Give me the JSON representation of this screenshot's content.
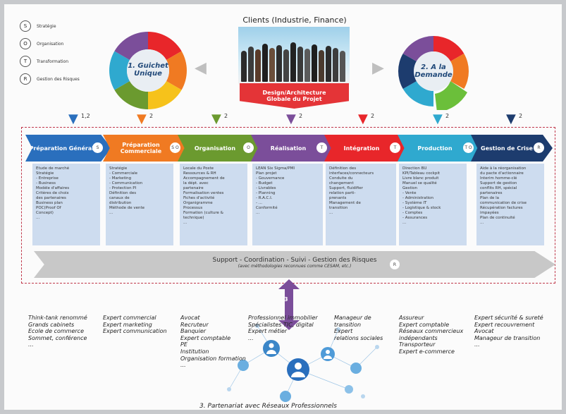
{
  "legend": [
    {
      "letter": "S",
      "label": "Stratégie"
    },
    {
      "letter": "O",
      "label": "Organisation"
    },
    {
      "letter": "T",
      "label": "Transformation"
    },
    {
      "letter": "R",
      "label": "Gestion des Risques"
    }
  ],
  "wheel_left": {
    "label": "1. Guichet Unique"
  },
  "wheel_right": {
    "label": "2. A la Demande"
  },
  "clients": {
    "title": "Clients (Industrie, Finance)"
  },
  "design": {
    "line1": "Design/Architecture",
    "line2": "Globale du Projet"
  },
  "arrow_numbers": [
    "1,2",
    "2",
    "2",
    "2",
    "2",
    "2",
    "2"
  ],
  "colors": {
    "phase1": "#2a6fbd",
    "phase2": "#f07a22",
    "phase3": "#6b9a2f",
    "phase4": "#7b4e9a",
    "phase5": "#e8262a",
    "phase6": "#2fa9cf",
    "phase7": "#1d3c6e",
    "design": "#e43437",
    "support": "#c8c8c8",
    "details": "#cddcef"
  },
  "phases": [
    {
      "title": "Préparation Générale",
      "badge": "S",
      "details": [
        "Etude de marché",
        "Stratégie",
        "- Entreprise",
        "- Business",
        "Modèle d'affaires",
        "Critères de choix",
        "des partenaires",
        "Business plan",
        "POC(Proof Of",
        "Concept)",
        "..."
      ]
    },
    {
      "title": "Préparation Commerciale",
      "badge": "S O",
      "details": [
        "Stratégie",
        "- Commerciale",
        "- Marketing",
        "- Communication",
        "- Protection PI",
        "Définition des",
        "canaux de",
        "distribution",
        "Méthode de vente",
        "..."
      ]
    },
    {
      "title": "Organisation",
      "badge": "O",
      "details": [
        "Locale du Poste",
        "Ressources & RH",
        "Accompagnement de",
        "la dépt. avec",
        "partenaire",
        "Formalisation ventes",
        "Fiches d'activité",
        "Organigramme",
        "Processus",
        "Formation (culture &",
        "technique)",
        "..."
      ]
    },
    {
      "title": "Réalisation",
      "badge": "T",
      "details": [
        "LEAN Six Sigma/PMI",
        "Plan projet",
        "- Gouvernance",
        "- Budget",
        "- Livrables",
        "- Planning",
        "- R.A.C.I.",
        "- ...",
        "Conformité",
        "..."
      ]
    },
    {
      "title": "Intégration",
      "badge": "T",
      "details": [
        "Définition des",
        "interfaces/connecteurs",
        "Conduite du",
        "changement",
        "Support, fluidifier",
        "relation parti-",
        "prenants",
        "Management de",
        "transition",
        "..."
      ]
    },
    {
      "title": "Production",
      "badge": "T O",
      "details": [
        "Direction BU",
        "KPI/Tableau cockpit",
        "Livre blanc produit",
        "Manuel se qualité",
        "Gestion",
        "- Vente",
        "- Administration",
        "- Système IT",
        "- Logistique & stock",
        "- Comptes",
        "- Assurances",
        "..."
      ]
    },
    {
      "title": "Gestion de Crise",
      "badge": "R",
      "details": [
        "Aide à la réorganisation",
        "du pacte d'actionnaire",
        "Interim homme-clé",
        "Support de gestion",
        "conflits RH, spécial",
        "partenaires",
        "Plan de la",
        "communication de crise",
        "Récupération factures",
        "impayées",
        "Plan de continuité",
        "..."
      ]
    }
  ],
  "support": {
    "title": "Support - Coordination - Suivi - Gestion des Risques",
    "subtitle": "(avec méthodologies reconnues comme CESAM, etc.)",
    "badge": "R"
  },
  "partner_number": "3",
  "partnership_title": "3. Partenariat avec Réseaux Professionnels",
  "columns": [
    [
      "Think-tank renommé",
      "Grands cabinets",
      "Ecole de commerce",
      "Sommet, conférence",
      "..."
    ],
    [
      "Expert commercial",
      "Expert marketing",
      "Expert communication"
    ],
    [
      "Avocat",
      "Recruteur",
      "Banquier",
      "Expert comptable",
      "PE",
      "Institution",
      "Organisation formation",
      "..."
    ],
    [
      "Professionnel immobilier",
      "Spécialistes TIC, digital",
      "Expert métier",
      "..."
    ],
    [
      "Manageur de",
      "transition",
      "Expert",
      "relations sociales"
    ],
    [
      "Assureur",
      "Expert comptable",
      "Réseaux commercieux",
      "indépendants",
      "Transporteur",
      "Expert e-commerce"
    ],
    [
      "Expert sécurité & sureté",
      "Expert recouvrement",
      "Avocat",
      "Manageur de transition",
      "..."
    ]
  ]
}
